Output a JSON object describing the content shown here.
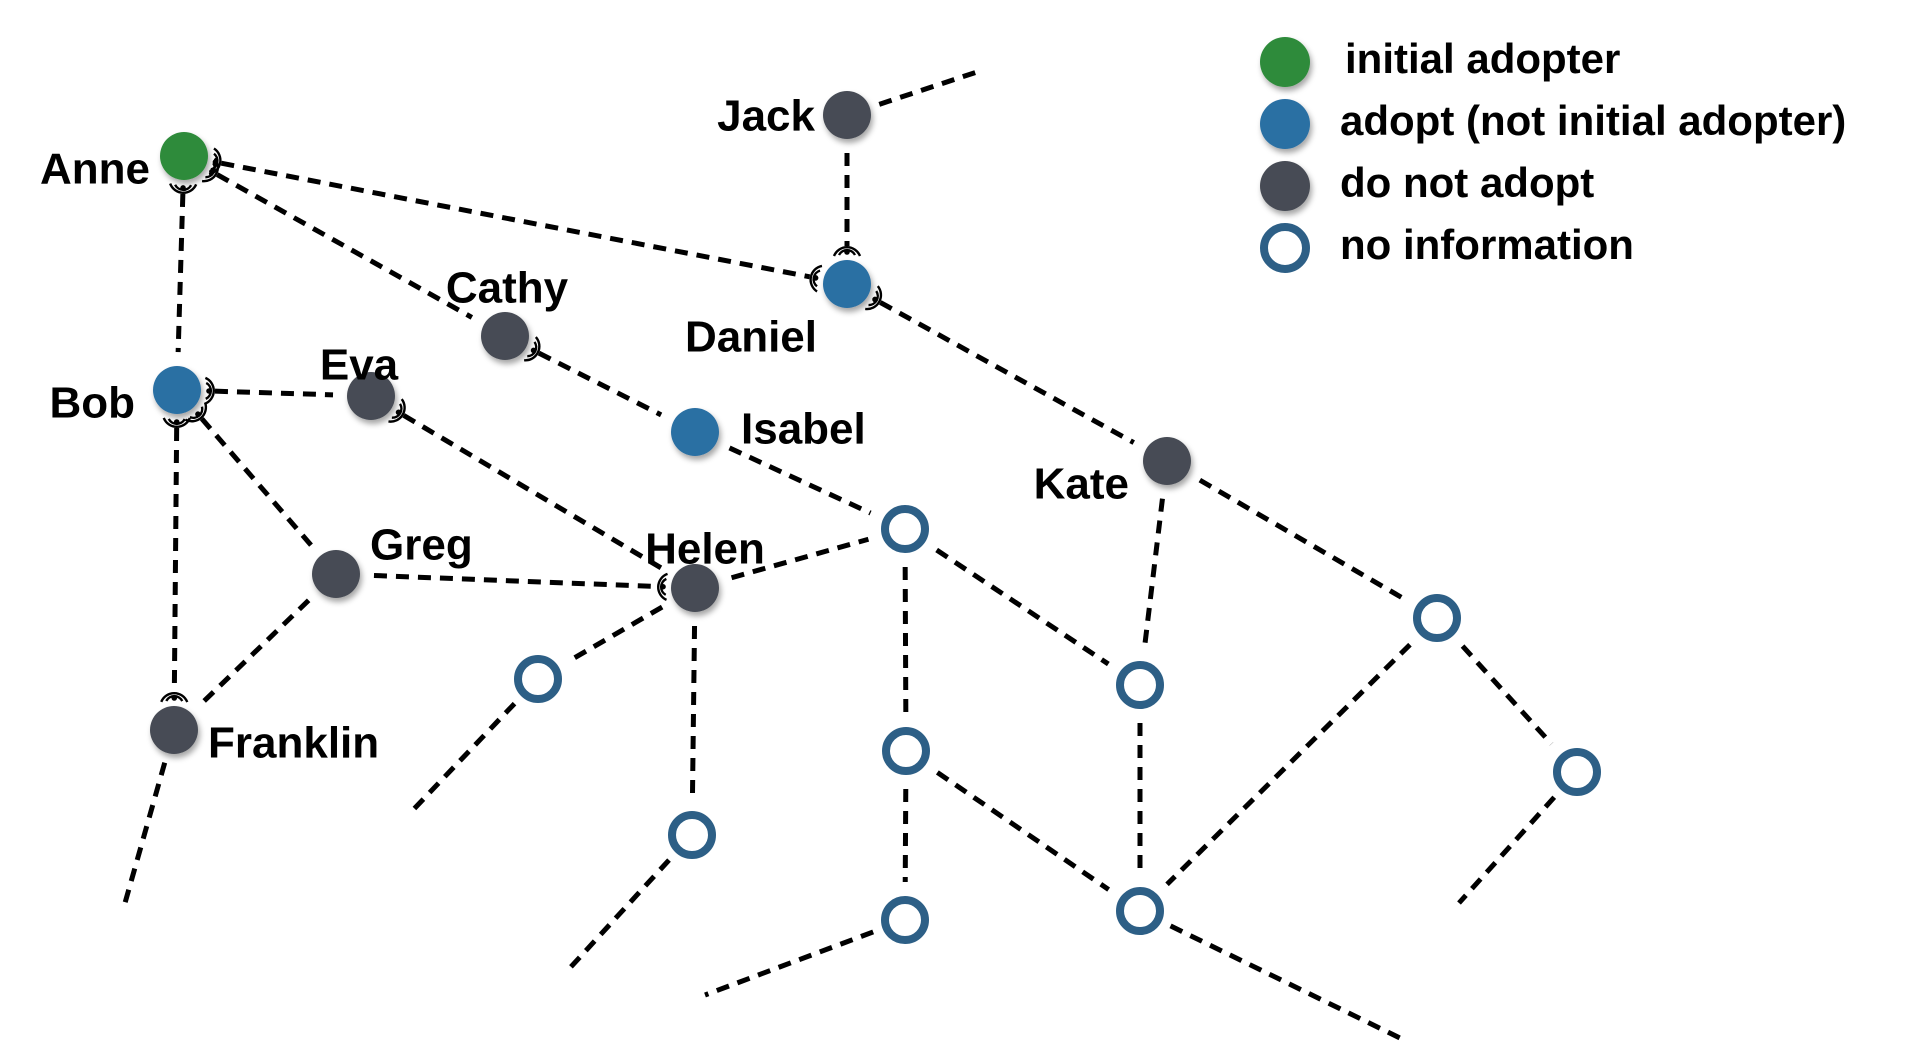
{
  "colors": {
    "initial_adopter": "#2e8b3a",
    "adopt": "#2c6fa3",
    "do_not_adopt": "#474c54",
    "no_information": "#2d5f86"
  },
  "legend": [
    {
      "status": "initial_adopter",
      "label": "initial adopter"
    },
    {
      "status": "adopt",
      "label": "adopt (not initial adopter)"
    },
    {
      "status": "do_not_adopt",
      "label": "do not adopt"
    },
    {
      "status": "no_information",
      "label": "no information"
    }
  ],
  "nodes": [
    {
      "id": "anne",
      "label": "Anne",
      "status": "initial_adopter"
    },
    {
      "id": "bob",
      "label": "Bob",
      "status": "adopt"
    },
    {
      "id": "cathy",
      "label": "Cathy",
      "status": "do_not_adopt"
    },
    {
      "id": "daniel",
      "label": "Daniel",
      "status": "adopt"
    },
    {
      "id": "eva",
      "label": "Eva",
      "status": "do_not_adopt"
    },
    {
      "id": "franklin",
      "label": "Franklin",
      "status": "do_not_adopt"
    },
    {
      "id": "greg",
      "label": "Greg",
      "status": "do_not_adopt"
    },
    {
      "id": "helen",
      "label": "Helen",
      "status": "do_not_adopt"
    },
    {
      "id": "isabel",
      "label": "Isabel",
      "status": "adopt"
    },
    {
      "id": "jack",
      "label": "Jack",
      "status": "do_not_adopt"
    },
    {
      "id": "kate",
      "label": "Kate",
      "status": "do_not_adopt"
    },
    {
      "id": "u1",
      "label": "",
      "status": "no_information"
    },
    {
      "id": "u2",
      "label": "",
      "status": "no_information"
    },
    {
      "id": "u3",
      "label": "",
      "status": "no_information"
    },
    {
      "id": "u4",
      "label": "",
      "status": "no_information"
    },
    {
      "id": "u5",
      "label": "",
      "status": "no_information"
    },
    {
      "id": "u6",
      "label": "",
      "status": "no_information"
    },
    {
      "id": "u7",
      "label": "",
      "status": "no_information"
    },
    {
      "id": "u8",
      "label": "",
      "status": "no_information"
    },
    {
      "id": "u9",
      "label": "",
      "status": "no_information"
    }
  ],
  "edges": [
    {
      "from": "anne",
      "to": "bob",
      "signal_from": true
    },
    {
      "from": "anne",
      "to": "cathy",
      "signal_from": true
    },
    {
      "from": "anne",
      "to": "daniel",
      "signal_from": true,
      "signal_to": true
    },
    {
      "from": "jack",
      "to": "daniel",
      "signal_to": true
    },
    {
      "from": "bob",
      "to": "eva",
      "signal_from": true
    },
    {
      "from": "bob",
      "to": "greg",
      "signal_from": true
    },
    {
      "from": "bob",
      "to": "franklin",
      "signal_from": true,
      "signal_to": true
    },
    {
      "from": "cathy",
      "to": "isabel",
      "signal_from": true
    },
    {
      "from": "eva",
      "to": "helen",
      "signal_from": true
    },
    {
      "from": "greg",
      "to": "helen",
      "signal_to": true
    },
    {
      "from": "greg",
      "to": "franklin"
    },
    {
      "from": "daniel",
      "to": "kate",
      "signal_from": true
    },
    {
      "from": "isabel",
      "to": "u1"
    },
    {
      "from": "helen",
      "to": "u1"
    },
    {
      "from": "helen",
      "to": "u2"
    },
    {
      "from": "helen",
      "to": "u6"
    },
    {
      "from": "u1",
      "to": "u3"
    },
    {
      "from": "u1",
      "to": "u5"
    },
    {
      "from": "kate",
      "to": "u3"
    },
    {
      "from": "kate",
      "to": "u4"
    },
    {
      "from": "u3",
      "to": "u9"
    },
    {
      "from": "u4",
      "to": "u9"
    },
    {
      "from": "u4",
      "to": "u7"
    },
    {
      "from": "u5",
      "to": "u8"
    },
    {
      "from": "u5",
      "to": "u9"
    }
  ],
  "dangling_edges": [
    {
      "from": "jack"
    },
    {
      "from": "franklin"
    },
    {
      "from": "u2"
    },
    {
      "from": "u6"
    },
    {
      "from": "u8"
    },
    {
      "from": "u9"
    },
    {
      "from": "u7"
    }
  ]
}
